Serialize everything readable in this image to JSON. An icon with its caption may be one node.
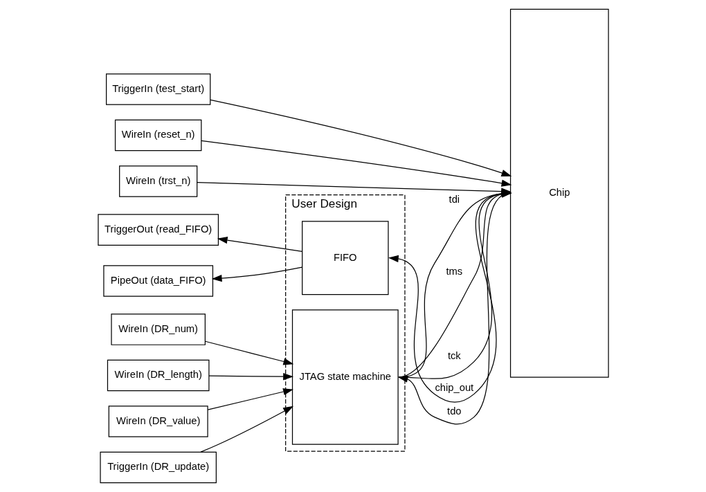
{
  "diagram": {
    "nodes": [
      {
        "text": [
          "User Design"
        ]
      },
      {
        "text": [
          "FIFO"
        ],
        "in": 0
      },
      {
        "text": [
          "JTAG state machine"
        ],
        "in": 0
      },
      {
        "text": [
          "TriggerOut (read_FIFO)"
        ]
      },
      {
        "text": [
          "PipeOut (data_FIFO)"
        ]
      },
      {
        "text": [
          "WireIn (DR_num)"
        ]
      },
      {
        "text": [
          "WireIn (DR_length)"
        ]
      },
      {
        "text": [
          "WireIn (DR_value)"
        ]
      },
      {
        "text": [
          "TriggerIn (DR_update)"
        ]
      },
      {
        "text": [
          "TriggerIn (test_start)"
        ]
      },
      {
        "text": [
          "WireIn (reset_n)"
        ]
      },
      {
        "text": [
          "WireIn (trst_n)"
        ]
      },
      {
        "text": [
          "Chip"
        ]
      }
    ],
    "edges": [
      {
        "from": 1,
        "to": 3,
        "arrow": "to"
      },
      {
        "from": 1,
        "to": 4,
        "arrow": "to"
      },
      {
        "from": 12,
        "to": 1,
        "arrow": "to",
        "label": "chip_out"
      },
      {
        "from": 5,
        "to": 2,
        "arrow": "to"
      },
      {
        "from": 6,
        "to": 2,
        "arrow": "to"
      },
      {
        "from": 7,
        "to": 2,
        "arrow": "to"
      },
      {
        "from": 8,
        "to": 2,
        "arrow": "to"
      },
      {
        "from": 2,
        "to": 12,
        "arrow": "to",
        "label": "tdi"
      },
      {
        "from": 2,
        "to": 12,
        "arrow": "to",
        "label": "tms"
      },
      {
        "from": 2,
        "to": 12,
        "arrow": "to",
        "label": "tck"
      },
      {
        "from": 12,
        "to": 2,
        "arrow": "to",
        "label": "tdo"
      },
      {
        "from": 9,
        "to": 12,
        "arrow": "to"
      },
      {
        "from": 10,
        "to": 12,
        "arrow": "to"
      },
      {
        "from": 11,
        "to": 12,
        "arrow": "to"
      }
    ]
  }
}
